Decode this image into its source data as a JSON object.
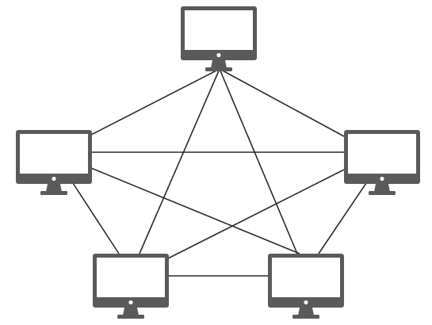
{
  "diagram": {
    "type": "full-mesh-network",
    "colors": {
      "background": "#ffffff",
      "link": "#2a2a2a",
      "device_body": "#5a5a5a",
      "device_screen": "#ffffff",
      "device_button": "#ffffff"
    },
    "nodes": [
      {
        "id": "top",
        "icon": "desktop-monitor-icon"
      },
      {
        "id": "left",
        "icon": "desktop-monitor-icon"
      },
      {
        "id": "right",
        "icon": "desktop-monitor-icon"
      },
      {
        "id": "bottom-left",
        "icon": "desktop-monitor-icon"
      },
      {
        "id": "bottom-right",
        "icon": "desktop-monitor-icon"
      }
    ],
    "links": [
      [
        "top",
        "left"
      ],
      [
        "top",
        "right"
      ],
      [
        "top",
        "bottom-left"
      ],
      [
        "top",
        "bottom-right"
      ],
      [
        "left",
        "right"
      ],
      [
        "left",
        "bottom-left"
      ],
      [
        "left",
        "bottom-right"
      ],
      [
        "right",
        "bottom-left"
      ],
      [
        "right",
        "bottom-right"
      ],
      [
        "bottom-left",
        "bottom-right"
      ]
    ]
  }
}
